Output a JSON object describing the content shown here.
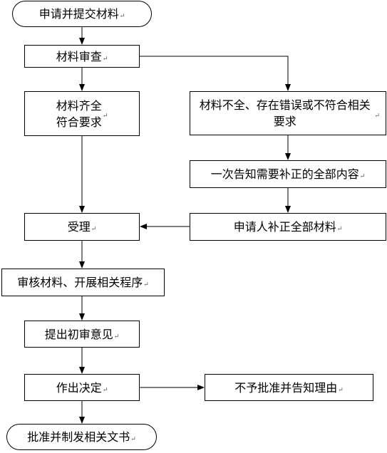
{
  "nodes": {
    "start": "申请并提交材料",
    "review": "材料审查",
    "complete": "材料齐全\n符合要求",
    "incomplete": "材料不全、存在错误或不符合相关要求",
    "notify": "一次告知需要补正的全部内容",
    "accept": "受理",
    "resubmit": "申请人补正全部材料",
    "examine": "审核材料、开展相关程序",
    "opinion": "提出初审意见",
    "decide": "作出决定",
    "reject": "不予批准并告知理由",
    "issue": "批准并制发相关文书"
  },
  "paragraph_mark": "↵"
}
